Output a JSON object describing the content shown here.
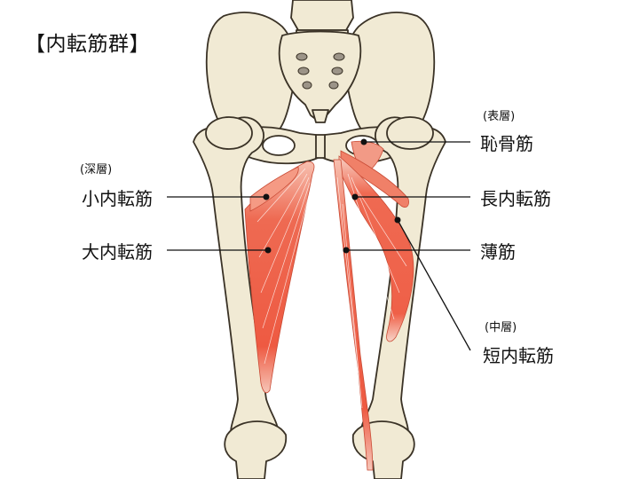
{
  "title": "【内転筋群】",
  "labels": {
    "deep_layer": "(深層)",
    "adductor_minimus": "小内転筋",
    "adductor_magnus": "大内転筋",
    "superficial_layer": "(表層)",
    "pectineus": "恥骨筋",
    "adductor_longus": "長内転筋",
    "gracilis": "薄筋",
    "middle_layer": "(中層)",
    "adductor_brevis": "短内転筋"
  },
  "colors": {
    "bone_fill": "#f1ead4",
    "bone_stroke": "#3a3226",
    "muscle_fill": "#ef5e45",
    "muscle_light": "#f7b7a6",
    "leader_line": "#111111"
  }
}
